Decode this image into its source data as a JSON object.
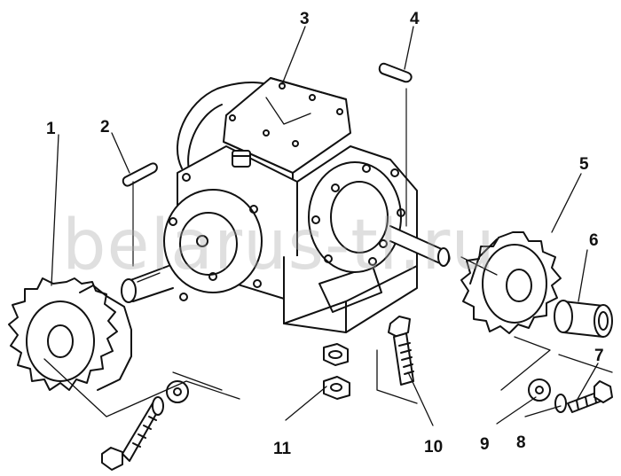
{
  "watermark": "belarus-tl.ru",
  "callouts": [
    {
      "id": "c1",
      "label": "1"
    },
    {
      "id": "c2",
      "label": "2"
    },
    {
      "id": "c3",
      "label": "3"
    },
    {
      "id": "c4",
      "label": "4"
    },
    {
      "id": "c5",
      "label": "5"
    },
    {
      "id": "c6",
      "label": "6"
    },
    {
      "id": "c7",
      "label": "7"
    },
    {
      "id": "c8",
      "label": "8"
    },
    {
      "id": "c9",
      "label": "9"
    },
    {
      "id": "c10",
      "label": "10"
    },
    {
      "id": "c11",
      "label": "11"
    }
  ],
  "colors": {
    "ink": "#111111",
    "paper": "#ffffff",
    "watermark": "#aaaaaa"
  }
}
